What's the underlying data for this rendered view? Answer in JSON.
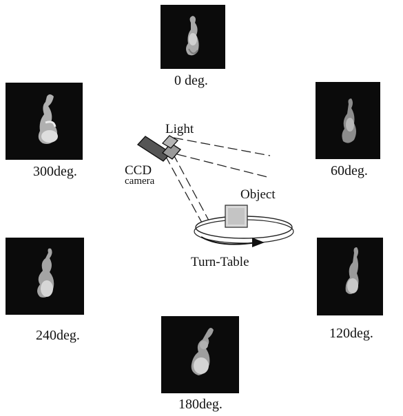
{
  "views": [
    {
      "id": "0",
      "label": "0 deg."
    },
    {
      "id": "60",
      "label": "60deg."
    },
    {
      "id": "120",
      "label": "120deg."
    },
    {
      "id": "180",
      "label": "180deg."
    },
    {
      "id": "240",
      "label": "240deg."
    },
    {
      "id": "300",
      "label": "300deg."
    }
  ],
  "setup": {
    "light": "Light",
    "ccd": "CCD",
    "camera": "camera",
    "object": "Object",
    "turntable": "Turn-Table"
  }
}
